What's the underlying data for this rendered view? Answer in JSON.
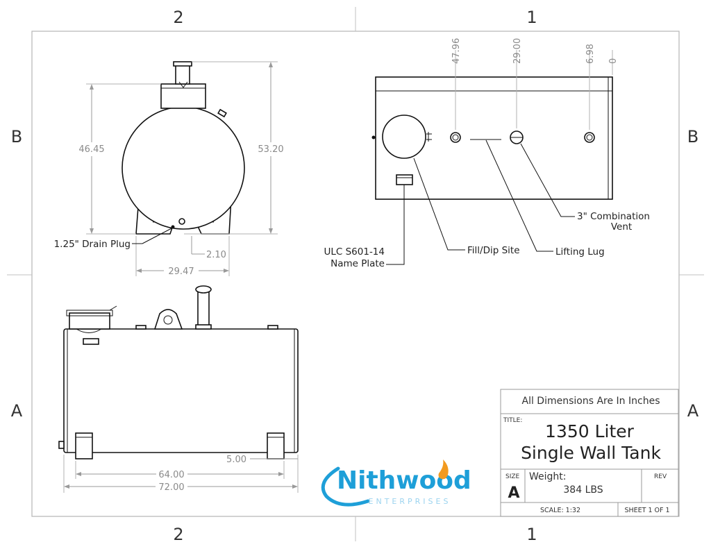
{
  "zones": {
    "top": [
      "2",
      "1"
    ],
    "bottom": [
      "2",
      "1"
    ],
    "left": [
      "B",
      "A"
    ],
    "right": [
      "B",
      "A"
    ]
  },
  "front_view": {
    "height_dim": "46.45",
    "overall_height_dim": "53.20",
    "drain_offset_dim": "2.10",
    "base_width_dim": "29.47",
    "drain_label": "1.25\" Drain Plug"
  },
  "top_view": {
    "ordinates": [
      "47.96",
      "29.00",
      "6.98",
      "0"
    ],
    "nameplate_label_1": "ULC S601-14",
    "nameplate_label_2": "Name Plate",
    "fill_label": "Fill/Dip Site",
    "lug_label": "Lifting Lug",
    "vent_label_1": "3\" Combination",
    "vent_label_2": "Vent"
  },
  "side_view": {
    "skid_spacing_dim": "64.00",
    "overall_length_dim": "72.00",
    "skid_offset_dim": "5.00"
  },
  "logo": {
    "name": "Nithwood",
    "sub": "ENTERPRISES",
    "primary_color": "#1e9fd8",
    "flame_color": "#f29a1f"
  },
  "title_block": {
    "dimensions_note": "All Dimensions Are In Inches",
    "title_label": "TITLE:",
    "title_line1": "1350 Liter",
    "title_line2": "Single Wall Tank",
    "size_label": "SIZE",
    "size_value": "A",
    "weight_label": "Weight:",
    "weight_value": "384 LBS",
    "rev_label": "REV",
    "scale": "SCALE: 1:32",
    "sheet": "SHEET 1 OF 1"
  }
}
